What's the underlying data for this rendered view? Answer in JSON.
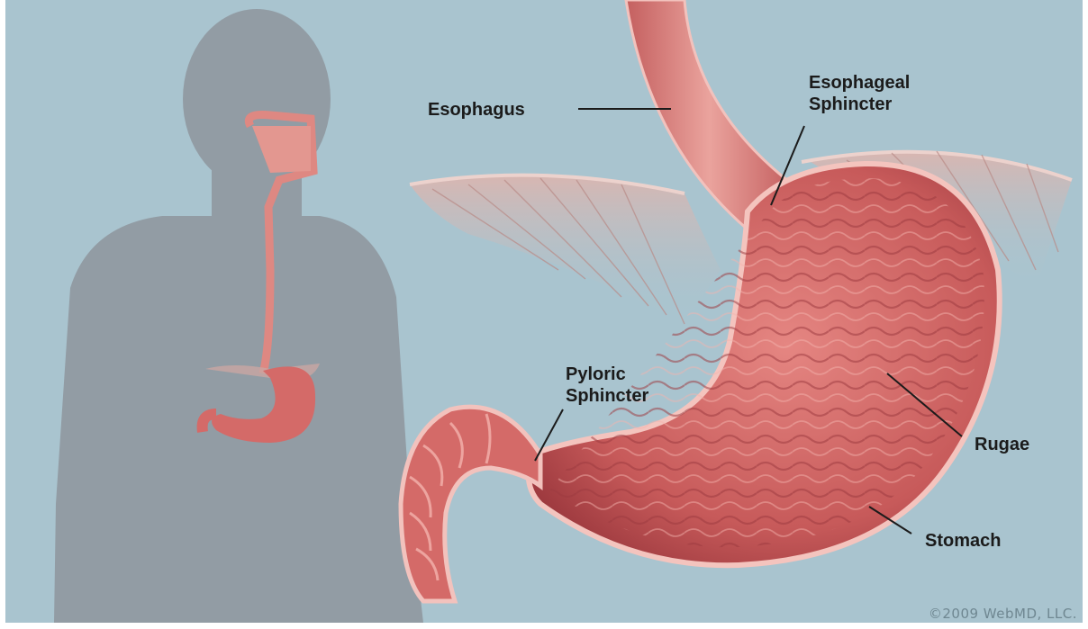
{
  "labels": {
    "esophagus": "Esophagus",
    "esophageal_sphincter_line1": "Esophageal",
    "esophageal_sphincter_line2": "Sphincter",
    "pyloric_sphincter_line1": "Pyloric",
    "pyloric_sphincter_line2": "Sphincter",
    "rugae": "Rugae",
    "stomach": "Stomach"
  },
  "copyright": "©2009 WebMD, LLC.",
  "colors": {
    "background": "#a9c4cf",
    "silhouette": "#929ca4",
    "tissue": "#d9726f",
    "tissue_dark": "#b5484b",
    "tissue_light": "#efaaa5",
    "diaphragm": "#c9a6a2"
  }
}
